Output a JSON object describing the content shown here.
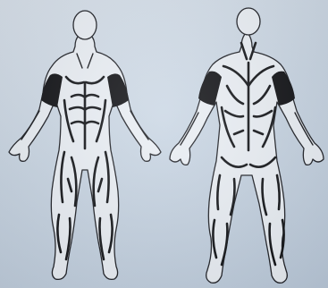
{
  "figures": [
    {
      "id": "front",
      "view": "anterior"
    },
    {
      "id": "back",
      "view": "posterior"
    }
  ],
  "colors": {
    "background": "#c8d5e3",
    "ink": "#0e1014",
    "figure_fill": "#e9eef4",
    "highlight_band": "#0b0c10"
  },
  "highlighted_regions": [
    "upper-arm-band-left",
    "upper-arm-band-right"
  ]
}
